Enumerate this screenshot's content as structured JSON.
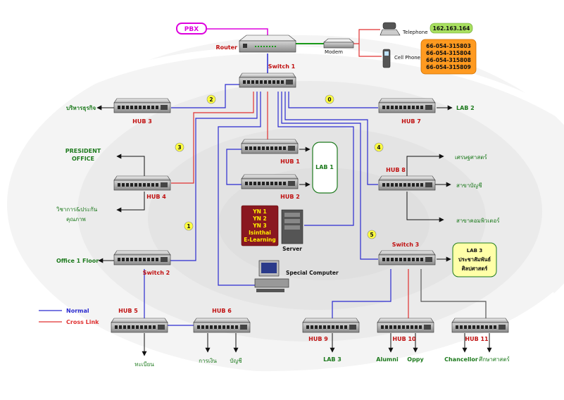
{
  "pbx": "PBX",
  "router": "Router",
  "modem": "Modem",
  "telephone": "Telephone",
  "cell_phone": "Cell Phone",
  "ip_address": "162.163.164",
  "phone_numbers": [
    "66-054-315803",
    "66-054-315804",
    "66-054-315808",
    "66-054-315809"
  ],
  "switch1": "Switch 1",
  "switch2": "Switch 2",
  "switch3": "Switch 3",
  "hub1": "HUB 1",
  "hub2": "HUB 2",
  "hub3": "HUB 3",
  "hub4": "HUB 4",
  "hub5": "HUB 5",
  "hub6": "HUB 6",
  "hub7": "HUB 7",
  "hub8": "HUB 8",
  "hub9": "HUB 9",
  "hub10": "HUB 10",
  "hub11": "HUB 11",
  "lab1": "LAB 1",
  "lab2": "LAB 2",
  "lab3_box_title": "LAB 3",
  "lab3_box_line1": "ประชาสัมพันธ์",
  "lab3_box_line2": "ศิลปศาสตร์",
  "server": "Server",
  "server_box": [
    "YN 1",
    "YN 2",
    "YN 3",
    "Isinthai",
    "E-Learning"
  ],
  "special_computer": "Special Computer",
  "president_line1": "PRESIDENT",
  "president_line2": "OFFICE",
  "office1": "Office 1 Floor",
  "admin": "บริหารธุรกิจ",
  "academic_line1": "วิชาการ&ประกัน",
  "academic_line2": "คุณภาพ",
  "econ": "เศรษฐศาสตร์",
  "accounting": "สาขาบัญชี",
  "computer_dept": "สาขาคอมพิวเตอร์",
  "registration": "ทะเบียน",
  "finance": "การเงิน",
  "accounts": "บัญชี",
  "lab3": "LAB 3",
  "alumni": "Alumni",
  "oppy": "Oppy",
  "chancellor": "Chancellor",
  "liberal_arts": "ศึกษาศาสตร์",
  "legend_normal": "Normal",
  "legend_cross": "Cross Link",
  "markers": [
    "2",
    "0",
    "3",
    "4",
    "1",
    "5"
  ],
  "colors": {
    "normal": "#2a2ad0",
    "cross": "#e03030",
    "label_green": "#1d7a1d",
    "label_red": "#c01010",
    "pbx": "#dd00dd"
  }
}
